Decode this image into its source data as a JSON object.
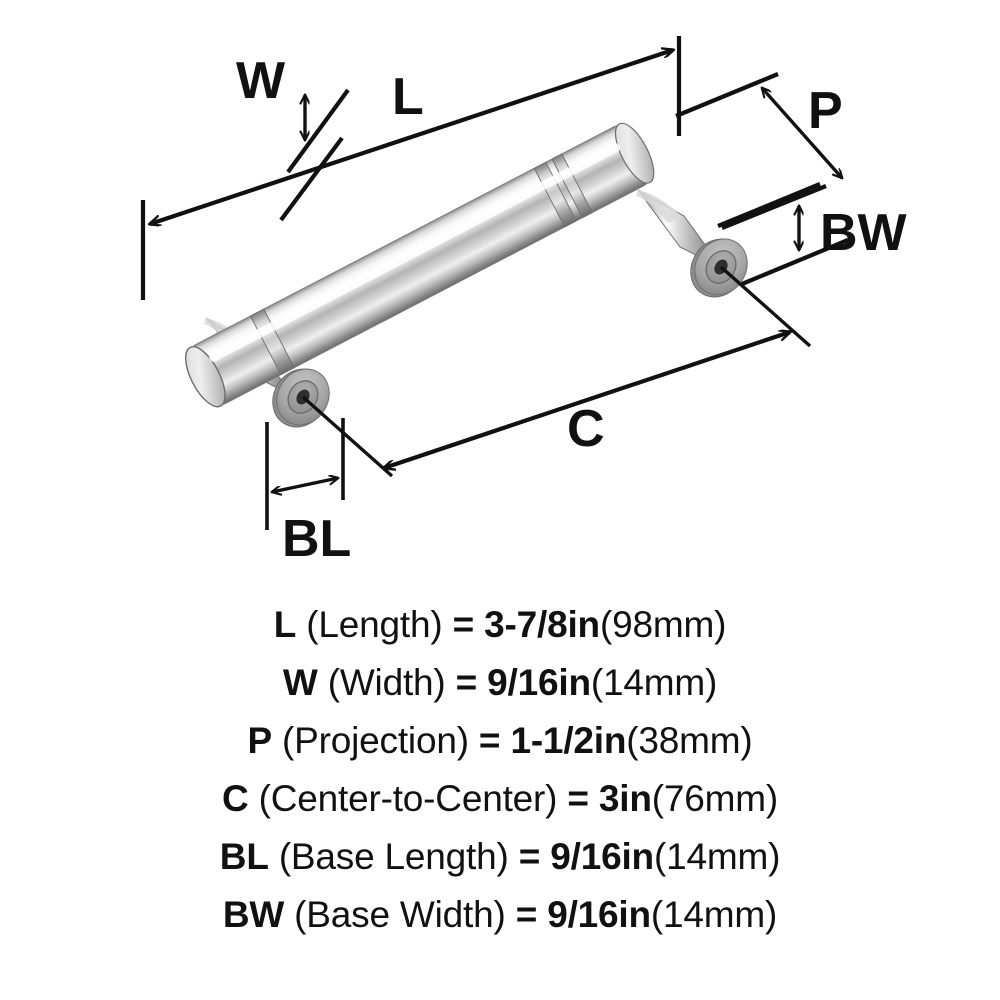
{
  "product": {
    "type": "cabinet-bar-pull",
    "finish": "polished-chrome"
  },
  "diagram": {
    "labels": [
      {
        "id": "W",
        "text": "W",
        "meaning": "width-dimension-label"
      },
      {
        "id": "L",
        "text": "L",
        "meaning": "length-dimension-label"
      },
      {
        "id": "P",
        "text": "P",
        "meaning": "projection-dimension-label"
      },
      {
        "id": "BW",
        "text": "BW",
        "meaning": "base-width-dimension-label"
      },
      {
        "id": "C",
        "text": "C",
        "meaning": "center-to-center-dimension-label"
      },
      {
        "id": "BL",
        "text": "BL",
        "meaning": "base-length-dimension-label"
      }
    ]
  },
  "specs": [
    {
      "code": "L",
      "description": "(Length)",
      "equals": "=",
      "value": "3-7/8in",
      "metric": "(98mm)"
    },
    {
      "code": "W",
      "description": "(Width)",
      "equals": "=",
      "value": "9/16in",
      "metric": "(14mm)"
    },
    {
      "code": "P",
      "description": "(Projection)",
      "equals": "=",
      "value": "1-1/2in",
      "metric": "(38mm)"
    },
    {
      "code": "C",
      "description": "(Center-to-Center)",
      "equals": "=",
      "value": "3in",
      "metric": "(76mm)"
    },
    {
      "code": "BL",
      "description": "(Base Length)",
      "equals": "=",
      "value": "9/16in",
      "metric": "(14mm)"
    },
    {
      "code": "BW",
      "description": "(Base Width)",
      "equals": "=",
      "value": "9/16in",
      "metric": "(14mm)"
    }
  ],
  "colors": {
    "background": "#ffffff",
    "line": "#111111",
    "text": "#111111",
    "chrome_highlight": "#ffffff",
    "chrome_light": "#e8e8e8",
    "chrome_mid": "#b6b6b6",
    "chrome_dark": "#8a8a8a",
    "chrome_shadow": "#5f5f5f",
    "base_gray": "#9d9d9d",
    "hole_dark": "#2b2b2b"
  }
}
